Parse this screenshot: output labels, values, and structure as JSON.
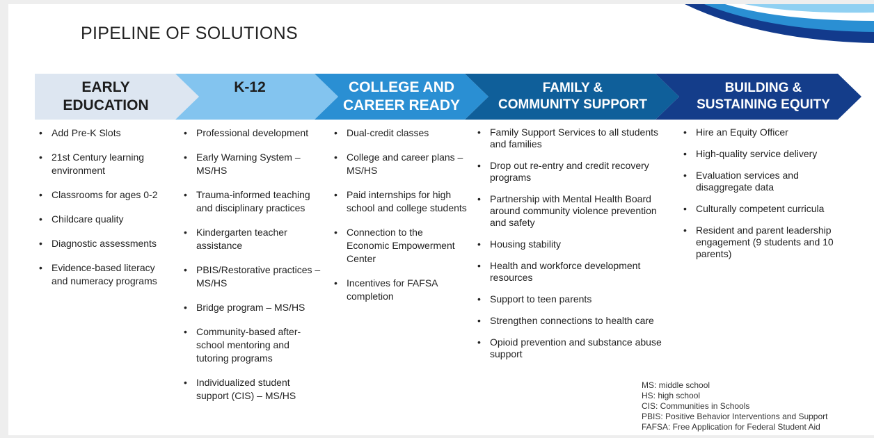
{
  "title": "PIPELINE OF SOLUTIONS",
  "colors": {
    "stage1": "#dde6f1",
    "stage2": "#83c4ef",
    "stage3": "#2a8fd3",
    "stage4": "#0f5f9a",
    "stage5": "#143d8a"
  },
  "stages": [
    {
      "label": "EARLY\nEDUCATION",
      "items": [
        "Add Pre-K Slots",
        "21st Century learning environment",
        "Classrooms for ages 0-2",
        "Childcare quality",
        "Diagnostic assessments",
        "Evidence-based literacy and numeracy programs"
      ]
    },
    {
      "label": "K-12",
      "items": [
        "Professional development",
        "Early Warning System – MS/HS",
        "Trauma-informed teaching and disciplinary practices",
        "Kindergarten teacher assistance",
        "PBIS/Restorative practices – MS/HS",
        "Bridge program – MS/HS",
        "Community-based after-school mentoring and tutoring programs",
        "Individualized student support (CIS) – MS/HS"
      ]
    },
    {
      "label": "COLLEGE AND\nCAREER READY",
      "items": [
        "Dual-credit classes",
        "College and career plans – MS/HS",
        "Paid internships for high school and college students",
        "Connection to the Economic Empowerment Center",
        "Incentives for FAFSA completion"
      ]
    },
    {
      "label": "FAMILY &\nCOMMUNITY SUPPORT",
      "items": [
        "Family Support Services to all students and families",
        "Drop out re-entry and credit recovery programs",
        "Partnership with Mental Health Board around community violence prevention and safety",
        "Housing stability",
        "Health and workforce development resources",
        "Support to teen parents",
        "Strengthen connections to health care",
        "Opioid prevention and substance abuse support"
      ]
    },
    {
      "label": "BUILDING &\nSUSTAINING EQUITY",
      "items": [
        "Hire an Equity Officer",
        "High-quality service delivery",
        "Evaluation services and disaggregate data",
        "Culturally competent curricula",
        "Resident and parent leadership engagement (9 students and 10 parents)"
      ]
    }
  ],
  "legend": [
    "MS: middle school",
    "HS: high school",
    "CIS: Communities in Schools",
    "PBIS: Positive Behavior Interventions and Support",
    "FAFSA: Free Application for Federal Student Aid"
  ]
}
